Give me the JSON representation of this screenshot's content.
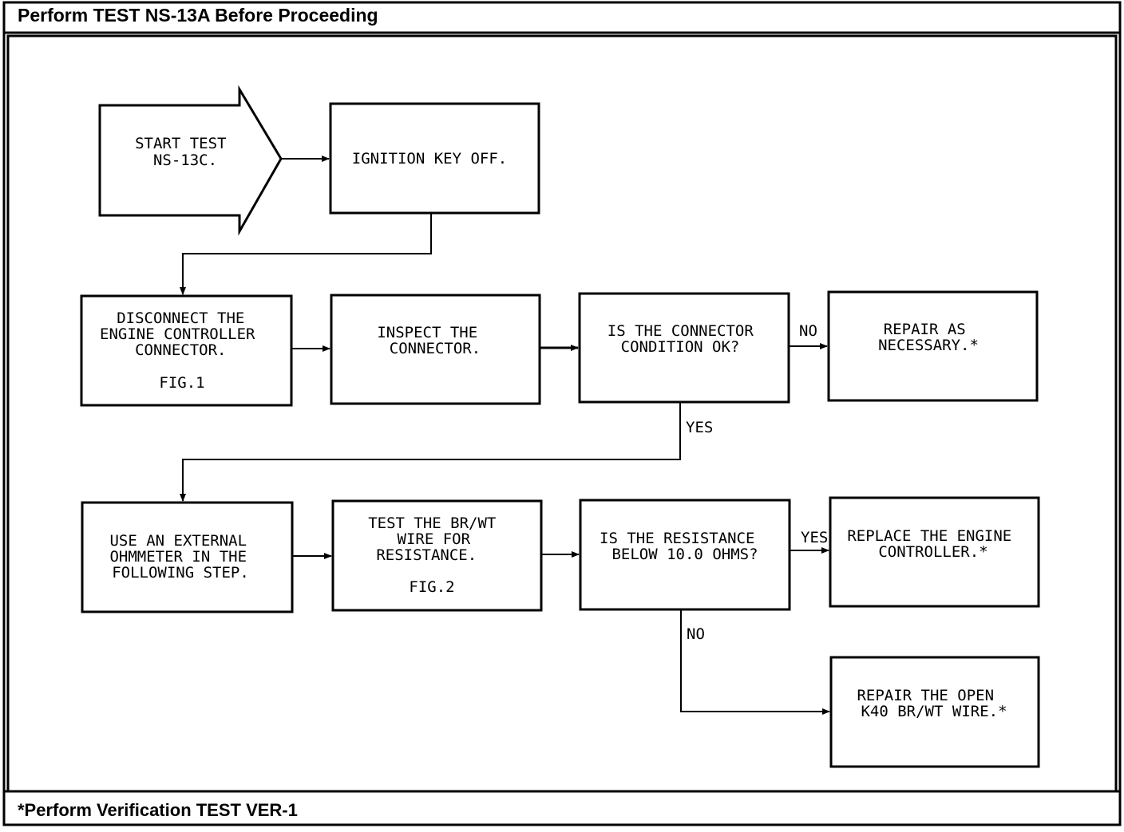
{
  "header": {
    "title": "Perform TEST NS-13A Before Proceeding"
  },
  "footer": {
    "note": "*Perform Verification TEST VER-1"
  },
  "steps": {
    "start": [
      "START TEST",
      "NS-13C."
    ],
    "ignition": [
      "IGNITION KEY OFF."
    ],
    "disconnect": [
      "DISCONNECT THE",
      "ENGINE CONTROLLER",
      "CONNECTOR.",
      "FIG.1"
    ],
    "inspect": [
      "INSPECT THE",
      "CONNECTOR."
    ],
    "connector_ok": [
      "IS THE CONNECTOR",
      "CONDITION OK?"
    ],
    "repair_as_necessary": [
      "REPAIR AS",
      "NECESSARY.*"
    ],
    "use_ohmmeter": [
      "USE AN EXTERNAL",
      "OHMMETER IN THE",
      "FOLLOWING STEP."
    ],
    "test_wire": [
      "TEST THE BR/WT",
      "WIRE FOR",
      "RESISTANCE.",
      "FIG.2"
    ],
    "resistance_check": [
      "IS THE RESISTANCE",
      "BELOW 10.0 OHMS?"
    ],
    "replace_controller": [
      "REPLACE THE ENGINE",
      "CONTROLLER.*"
    ],
    "repair_open": [
      "REPAIR THE OPEN",
      "K40 BR/WT WIRE.*"
    ]
  },
  "edge_labels": {
    "connector_no": "NO",
    "connector_yes": "YES",
    "resistance_yes": "YES",
    "resistance_no": "NO"
  }
}
